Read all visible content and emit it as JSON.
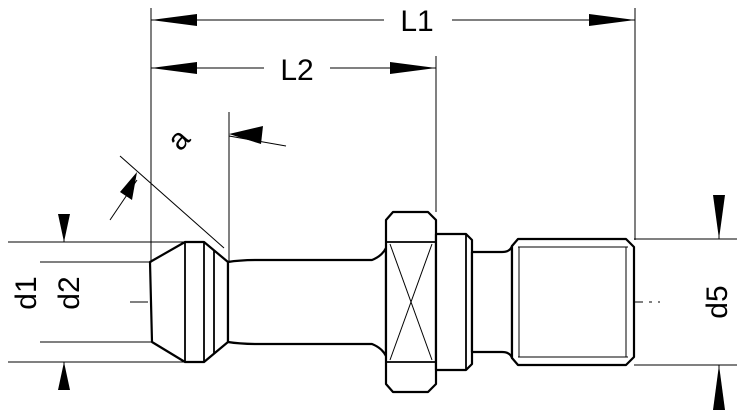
{
  "labels": {
    "overall_length": "L1",
    "partial_length": "L2",
    "chamfer": "a",
    "diameter_1": "d1",
    "diameter_2": "d2",
    "diameter_5": "d5"
  }
}
